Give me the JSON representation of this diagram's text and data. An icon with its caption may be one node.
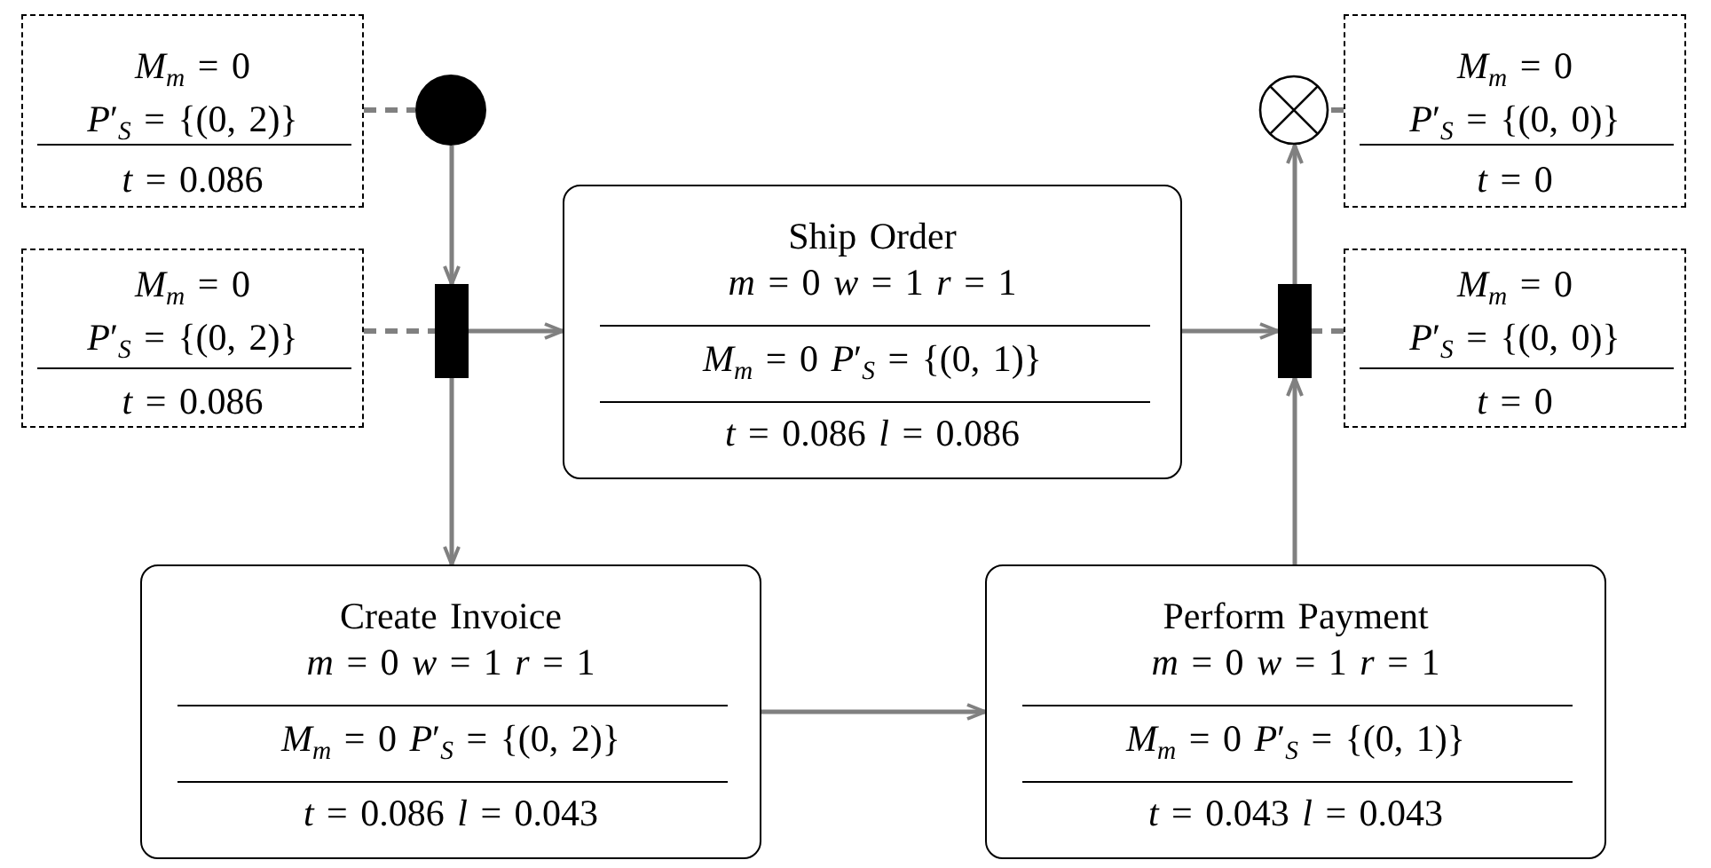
{
  "diagram": {
    "nodes": [
      {
        "text": [],
        "shape": "circle"
      },
      {
        "text": [
          "*M*$_{m}$ = 0",
          "*P*′$_{S}$ = {(0, 2)}",
          "*t* = 0.086"
        ]
      },
      {
        "text": [
          "*M*$_{m}$ = 0",
          "*P*′$_{S}$ = {(0, 2)}",
          "*t* = 0.086"
        ]
      },
      {
        "text": [],
        "shape": "bar"
      },
      {
        "text": [
          "Ship Order",
          "*m* = 0 *w* = 1 *r* = 1",
          "*M*$_{m}$ = 0 *P*′$_{S}$ = {(0, 1)}",
          "*t* = 0.086 *l* = 0.086"
        ]
      },
      {
        "text": [
          "Create Invoice",
          "*m* = 0 *w* = 1 *r* = 1",
          "*M*$_{m}$ = 0 *P*′$_{S}$ = {(0, 2)}",
          "*t* = 0.086 *l* = 0.043"
        ]
      },
      {
        "text": [
          "Perform Payment",
          "*m* = 0 *w* = 1 *r* = 1",
          "*M*$_{m}$ = 0 *P*′$_{S}$ = {(0, 1)}",
          "*t* = 0.043 *l* = 0.043"
        ]
      },
      {
        "text": [],
        "shape": "bar"
      },
      {
        "text": [],
        "shape": "crossed-circle"
      },
      {
        "text": [
          "*M*$_{m}$ = 0",
          "*P*′$_{S}$ = {(0, 0)}",
          "*t* = 0"
        ]
      },
      {
        "text": [
          "*M*$_{m}$ = 0",
          "*P*′$_{S}$ = {(0, 0)}",
          "*t* = 0"
        ]
      }
    ],
    "edges": [
      {
        "from": 0,
        "to": 3,
        "arrow": "to"
      },
      {
        "from": 3,
        "to": 4,
        "arrow": "to"
      },
      {
        "from": 3,
        "to": 5,
        "arrow": "to"
      },
      {
        "from": 5,
        "to": 6,
        "arrow": "to"
      },
      {
        "from": 4,
        "to": 7,
        "arrow": "to"
      },
      {
        "from": 6,
        "to": 7,
        "arrow": "to"
      },
      {
        "from": 7,
        "to": 8,
        "arrow": "to"
      },
      {
        "from": 1,
        "to": 0,
        "arrow": "none",
        "style": "dashed"
      },
      {
        "from": 2,
        "to": 3,
        "arrow": "none",
        "style": "dashed"
      },
      {
        "from": 9,
        "to": 8,
        "arrow": "none",
        "style": "dashed"
      },
      {
        "from": 10,
        "to": 7,
        "arrow": "none",
        "style": "dashed"
      }
    ]
  }
}
